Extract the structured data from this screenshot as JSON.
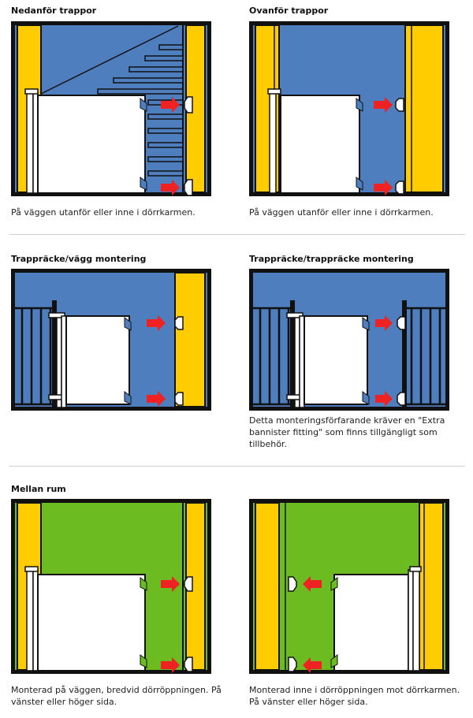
{
  "sections": {
    "s1": {
      "left_title": "Nedanför trappor",
      "left_caption": "På väggen utanför eller inne i dörrkarmen.",
      "right_title": "Ovanför trappor",
      "right_caption": "På väggen utanför eller inne i dörrkarmen."
    },
    "s2": {
      "left_title": "Trappräcke/vägg montering",
      "left_caption": "",
      "right_title": "Trappräcke/trappräcke montering",
      "right_caption": "Detta monteringsförfarande kräver en \"Extra bannister fitting\"  som finns tillgängligt som tillbehör."
    },
    "s3": {
      "left_title": "Mellan rum",
      "left_caption": "Monterad på väggen, bredvid dörröppningen. På vänster eller höger sida.",
      "right_title": "",
      "right_caption": "Monterad inne i dörröppningen mot dörrkarmen. På vänster eller höger sida."
    }
  },
  "colors": {
    "blue": "#4f7ebf",
    "yellow": "#ffcc00",
    "green": "#6cbb20",
    "arrow": "#ee2222",
    "frame": "#111111",
    "gate": "#ffffff"
  },
  "icons": [
    "red-arrow-icon",
    "wall-bracket-icon",
    "safety-gate-icon"
  ]
}
